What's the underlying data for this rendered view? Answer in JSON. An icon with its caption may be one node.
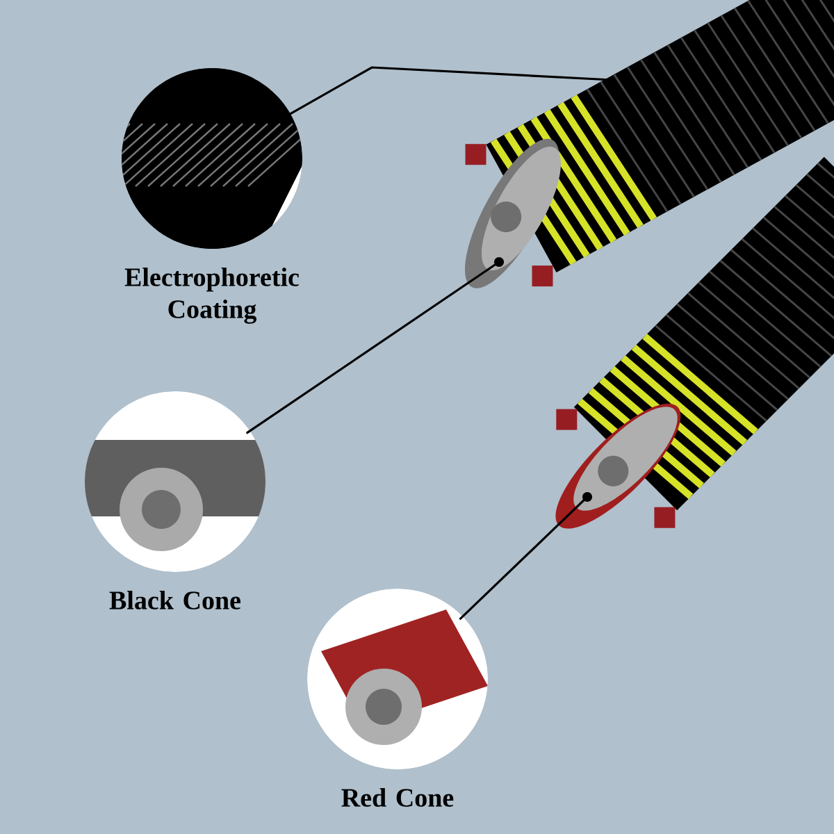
{
  "diagram": {
    "nodes": [
      {
        "text": [
          "Electrophoretic Coating"
        ]
      },
      {
        "text": [
          "Black Cone"
        ]
      },
      {
        "text": [
          "Red Cone"
        ]
      }
    ],
    "edges": [
      {
        "from": 0,
        "to": null,
        "arrow": "none"
      },
      {
        "from": 1,
        "to": null,
        "arrow": "other"
      },
      {
        "from": 2,
        "to": null,
        "arrow": "other"
      }
    ]
  }
}
